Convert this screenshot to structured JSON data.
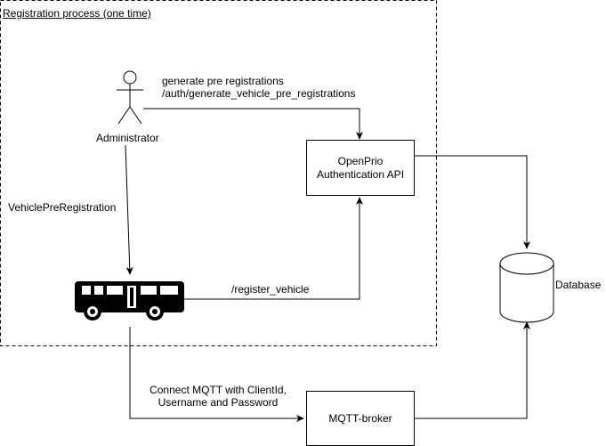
{
  "boundary": {
    "title": "Registration process (one time)"
  },
  "actor": {
    "label": "Administrator"
  },
  "nodes": {
    "api": {
      "line1": "OpenPrio",
      "line2": "Authentication API"
    },
    "mqtt_broker": {
      "label": "MQTT-broker"
    },
    "database": {
      "label": "Database"
    }
  },
  "edges": {
    "admin_to_api": {
      "line1": "generate pre registrations",
      "line2": "/auth/generate_vehicle_pre_registrations"
    },
    "admin_to_vehicle": {
      "label": "VehiclePreRegistration"
    },
    "vehicle_to_api": {
      "label": "/register_vehicle"
    },
    "vehicle_to_broker": {
      "line1": "Connect MQTT with ClientId,",
      "line2": "Username and Password"
    }
  }
}
